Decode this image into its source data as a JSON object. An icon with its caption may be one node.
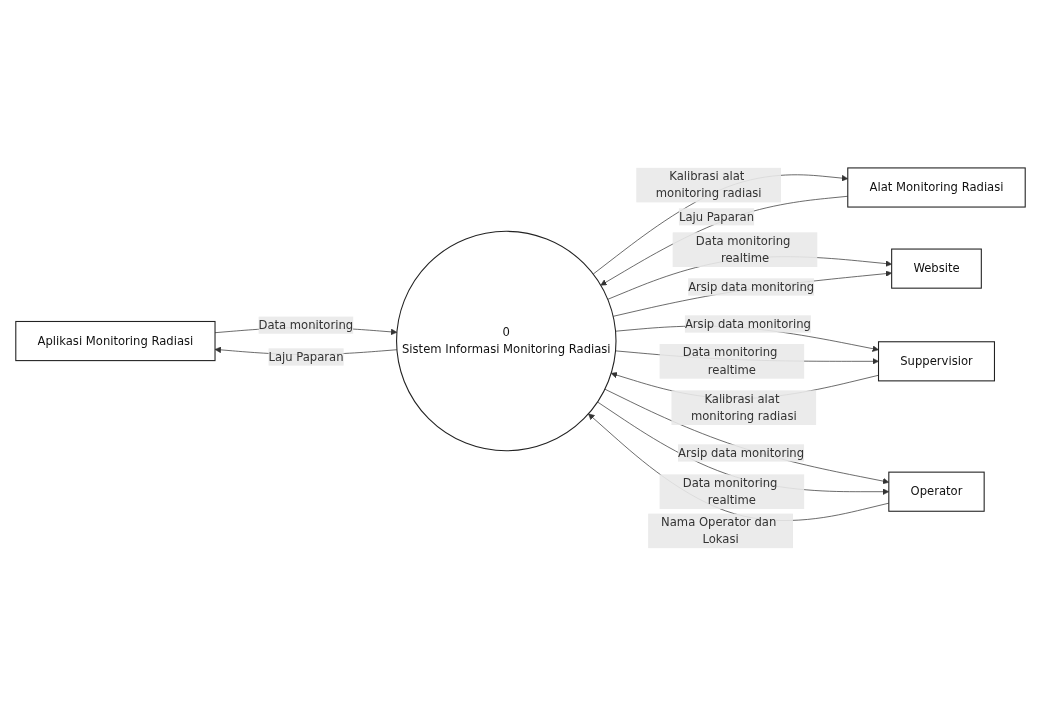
{
  "diagram": {
    "nodes": [
      {
        "text": [
          "Aplikasi Monitoring Radiasi"
        ]
      },
      {
        "text": [
          "Alat Monitoring Radiasi"
        ]
      },
      {
        "text": [
          "Website"
        ]
      },
      {
        "text": [
          "0",
          "Sistem Informasi Monitoring Radiasi"
        ]
      },
      {
        "text": [
          "Suppervisior"
        ]
      },
      {
        "text": [
          "Operator"
        ]
      }
    ],
    "edges": [
      {
        "from": 3,
        "to": 0,
        "arrow": "to",
        "label": "Laju Paparan"
      },
      {
        "from": 0,
        "to": 3,
        "arrow": "to",
        "label": "Data monitoring"
      },
      {
        "from": 3,
        "to": 1,
        "arrow": "to",
        "label": "Kalibrasi alat monitoring radiasi"
      },
      {
        "from": 1,
        "to": 3,
        "arrow": "to",
        "label": "Laju Paparan"
      },
      {
        "from": 3,
        "to": 2,
        "arrow": "to",
        "label": "Data monitoring realtime"
      },
      {
        "from": 3,
        "to": 2,
        "arrow": "to",
        "label": "Arsip data monitoring"
      },
      {
        "from": 4,
        "to": 3,
        "arrow": "to",
        "label": "Kalibrasi alat monitoring radiasi"
      },
      {
        "from": 3,
        "to": 4,
        "arrow": "to",
        "label": "Arsip data monitoring"
      },
      {
        "from": 3,
        "to": 4,
        "arrow": "to",
        "label": "Data monitoring realtime"
      },
      {
        "from": 5,
        "to": 3,
        "arrow": "to",
        "label": "Nama Operator dan Lokasi"
      },
      {
        "from": 3,
        "to": 5,
        "arrow": "to",
        "label": "Arsip data monitoring"
      },
      {
        "from": 3,
        "to": 5,
        "arrow": "to",
        "label": "Data monitoring realtime"
      }
    ]
  }
}
